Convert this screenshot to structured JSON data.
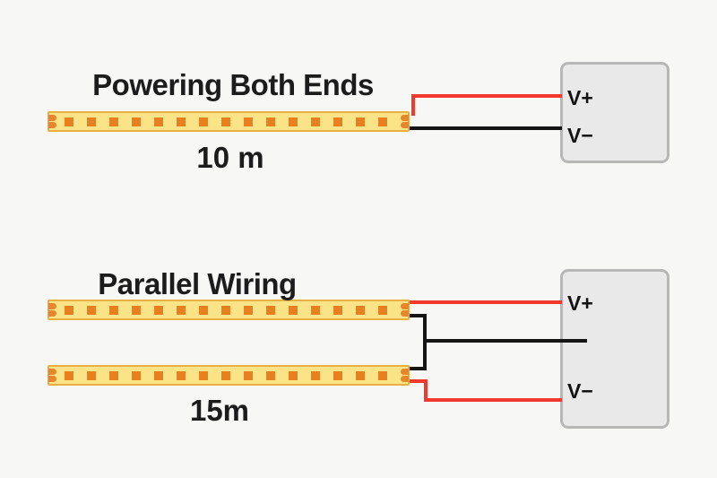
{
  "sections": [
    {
      "title": "Powering Both Ends",
      "strip_length": "10 m",
      "psu": {
        "terminal_positive": "V+",
        "terminal_negative": "V−"
      }
    },
    {
      "title": "Parallel Wiring",
      "strip_length": "15m",
      "psu": {
        "terminal_positive": "V+",
        "terminal_negative": "V−"
      }
    }
  ],
  "colors": {
    "background": "#f7f7f6",
    "text": "#1c1c1c",
    "wire_positive": "#f2392f",
    "wire_negative": "#151515",
    "strip_fill": "#fbe387",
    "strip_border": "#eaaf43",
    "strip_led": "#e8801f",
    "strip_pad": "#e5872c",
    "psu_fill": "#e9e9e9",
    "psu_border": "#b7b7b7"
  }
}
